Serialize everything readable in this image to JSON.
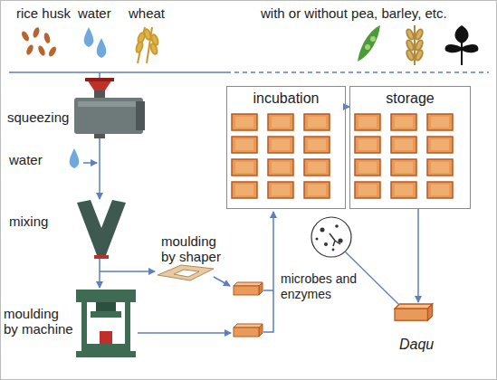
{
  "diagram": {
    "nodes": [
      {
        "text": [
          "incubation"
        ]
      },
      {
        "text": [
          "storage"
        ]
      }
    ],
    "edges": [
      {
        "from": 0,
        "to": 1,
        "arrow": "to"
      }
    ],
    "labels": [
      "rice husk",
      "water",
      "wheat",
      "with or without pea, barley, etc.",
      "squeezing",
      "water",
      "mixing",
      "moulding by shaper",
      "moulding by machine",
      "microbes and enzymes",
      "Daqu"
    ]
  }
}
